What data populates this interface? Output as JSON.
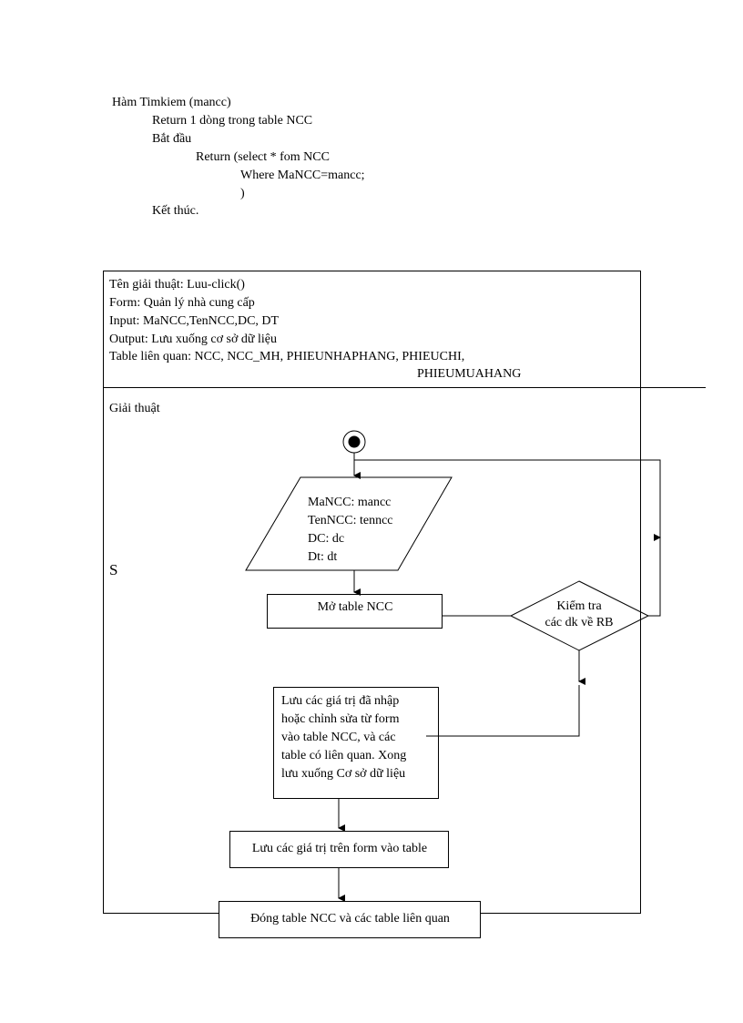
{
  "code": {
    "lines": [
      "Hàm Timkiem  (mancc)",
      "Return  1 dòng trong table NCC",
      "Bắt đầu",
      "Return  (select * fom NCC",
      "Where MaNCC=mancc;",
      ")",
      "Kết thúc."
    ]
  },
  "info": {
    "name": "Tên giải  thuật:  Luu-click()",
    "form": "Form:  Quản lý nhà cung  cấp",
    "input": "Input:  MaNCC,TenNCC,DC, DT",
    "output": "Output:  Lưu xuống  cơ sở dữ liệu",
    "tables": "Table liên  quan:  NCC, NCC_MH, PHIEUNHAPHANG,  PHIEUCHI,",
    "tables_cont": "PHIEUMUAHANG"
  },
  "algorithm": {
    "label": "Giải  thuật",
    "side_label": "S"
  },
  "flow": {
    "input_lines": [
      "MaNCC: mancc",
      "TenNCC:  tenncc",
      "DC:  dc",
      "Dt:  dt"
    ],
    "open_table": "Mở table  NCC",
    "decision_lines": [
      "Kiểm  tra",
      "các  dk về RB"
    ],
    "save_lines": [
      "Lưu các giá  trị  đã nhập",
      "hoặc chỉnh  sửa từ form",
      "vào table NCC, và các",
      "table có liên  quan. Xong",
      "lưu xuống  Cơ sở dữ liệu"
    ],
    "save_form": "Lưu các giá  trị  trên form  vào table",
    "close_table": "Đóng table NCC và các table liên  quan"
  }
}
